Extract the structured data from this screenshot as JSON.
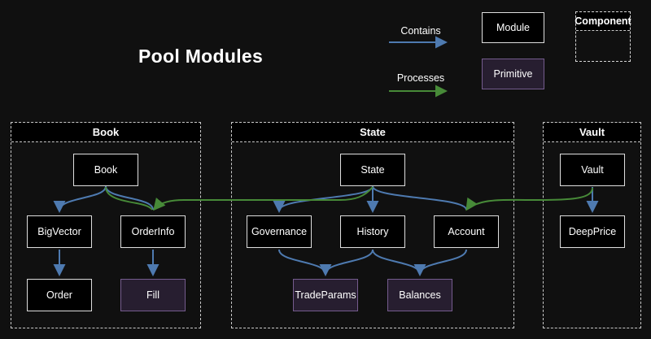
{
  "title": "Pool Modules",
  "legend": {
    "contains": "Contains",
    "processes": "Processes",
    "module": "Module",
    "primitive": "Primitive",
    "component": "Component"
  },
  "colors": {
    "background": "#101010",
    "module_fill": "#000000",
    "module_border": "#dedede",
    "primitive_fill": "#271e30",
    "primitive_border": "#755c8e",
    "contains_arrow": "#4e7ab0",
    "processes_arrow": "#478a38",
    "container_border": "#c9c9c9",
    "text": "#ffffff"
  },
  "containers": [
    {
      "label": "Book",
      "nodes": [
        {
          "label": "Book",
          "type": "module"
        },
        {
          "label": "BigVector",
          "type": "module"
        },
        {
          "label": "OrderInfo",
          "type": "module"
        },
        {
          "label": "Order",
          "type": "module"
        },
        {
          "label": "Fill",
          "type": "primitive"
        }
      ]
    },
    {
      "label": "State",
      "nodes": [
        {
          "label": "State",
          "type": "module"
        },
        {
          "label": "Governance",
          "type": "module"
        },
        {
          "label": "History",
          "type": "module"
        },
        {
          "label": "Account",
          "type": "module"
        },
        {
          "label": "TradeParams",
          "type": "primitive"
        },
        {
          "label": "Balances",
          "type": "primitive"
        }
      ]
    },
    {
      "label": "Vault",
      "nodes": [
        {
          "label": "Vault",
          "type": "module"
        },
        {
          "label": "DeepPrice",
          "type": "module"
        }
      ]
    }
  ],
  "edges": [
    {
      "from": "Book",
      "to": "BigVector",
      "type": "contains"
    },
    {
      "from": "Book",
      "to": "OrderInfo",
      "type": "contains"
    },
    {
      "from": "BigVector",
      "to": "Order",
      "type": "contains"
    },
    {
      "from": "OrderInfo",
      "to": "Fill",
      "type": "contains"
    },
    {
      "from": "State",
      "to": "Governance",
      "type": "contains"
    },
    {
      "from": "State",
      "to": "History",
      "type": "contains"
    },
    {
      "from": "State",
      "to": "Account",
      "type": "contains"
    },
    {
      "from": "Governance",
      "to": "TradeParams",
      "type": "contains"
    },
    {
      "from": "History",
      "to": "TradeParams",
      "type": "contains"
    },
    {
      "from": "History",
      "to": "Balances",
      "type": "contains"
    },
    {
      "from": "Account",
      "to": "Balances",
      "type": "contains"
    },
    {
      "from": "Vault",
      "to": "DeepPrice",
      "type": "contains"
    },
    {
      "from": "State",
      "to": "OrderInfo",
      "type": "processes"
    },
    {
      "from": "Vault",
      "to": "Account",
      "type": "processes"
    }
  ]
}
